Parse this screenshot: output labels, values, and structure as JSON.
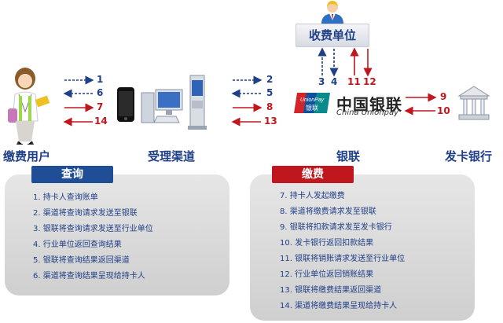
{
  "nodes": {
    "user": "缴费用户",
    "channel": "受理渠道",
    "unionpay": "银联",
    "bank": "发卡银行",
    "agency": "收费单位"
  },
  "logo": {
    "unionpay_badge": "UnionPay银联",
    "cn": "中国银联",
    "en": "China Unionpay"
  },
  "flows": {
    "left": [
      "1",
      "6",
      "7",
      "14"
    ],
    "middle": [
      "2",
      "5",
      "8",
      "13"
    ],
    "vertical": [
      "3",
      "4",
      "11",
      "12"
    ],
    "right": [
      "9",
      "10"
    ]
  },
  "query": {
    "title": "查询",
    "steps": [
      "1.  持卡人查询账单",
      "2.  渠道将查询请求发送至银联",
      "3.  银联将查询请求发送至行业单位",
      "4.  行业单位返回查询结果",
      "5.  银联将查询结果返回渠道",
      "6.  渠道将查询结果呈现给持卡人"
    ]
  },
  "payment": {
    "title": "缴费",
    "steps": [
      "7.  持卡人发起缴费",
      "8.  渠道将缴费请求发至银联",
      "9.  银联将扣款请求发至发卡银行",
      "10. 发卡银行返回扣款结果",
      "11. 银联将销账请求发送至行业单位",
      "12. 行业单位返回销账结果",
      "13. 银联将缴费结果返回渠道",
      "14. 渠道将缴费结果呈现给持卡人"
    ]
  },
  "colors": {
    "blue": "#1f3f86",
    "red": "#c0161d",
    "panel": "#d9d9d9"
  }
}
